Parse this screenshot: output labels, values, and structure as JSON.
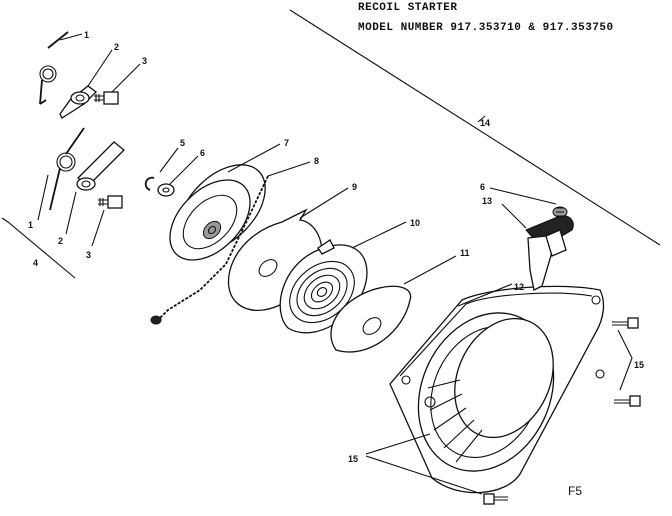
{
  "header": {
    "title": "RECOIL STARTER",
    "model": "MODEL NUMBER 917.353710 & 917.353750"
  },
  "figure": {
    "id": "F5"
  },
  "callouts": {
    "c1": "1",
    "c2": "2",
    "c3": "3",
    "c4": "4",
    "c5": "5",
    "c6": "6",
    "c7": "7",
    "c8": "8",
    "c9": "9",
    "c10": "10",
    "c11": "11",
    "c12": "12",
    "c13": "13",
    "c14": "14",
    "c15": "15"
  }
}
